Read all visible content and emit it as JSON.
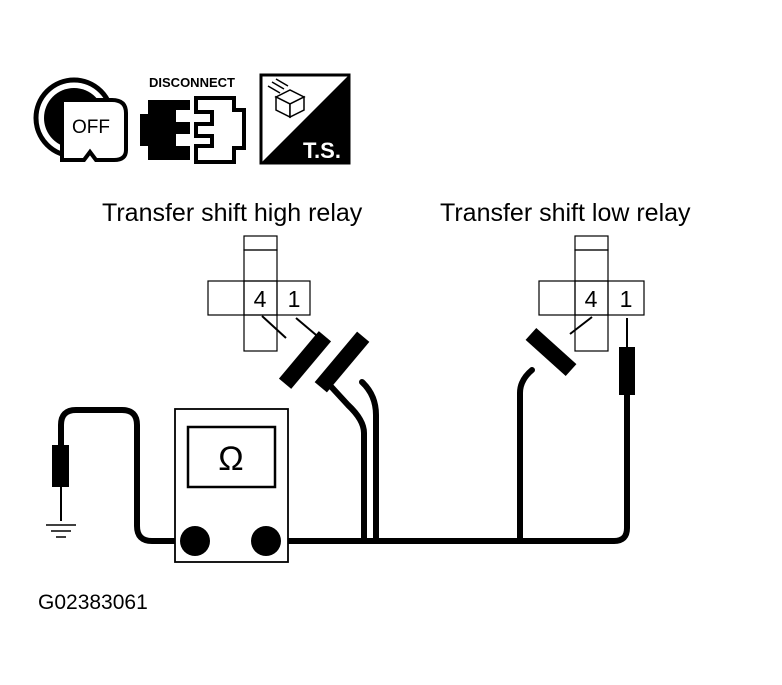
{
  "icons": {
    "ignition_text": "OFF",
    "disconnect_text": "DISCONNECT",
    "ts_text": "T.S."
  },
  "relays": {
    "high": {
      "label": "Transfer shift high relay",
      "pin_left": "4",
      "pin_right": "1"
    },
    "low": {
      "label": "Transfer shift low relay",
      "pin_left": "4",
      "pin_right": "1"
    }
  },
  "meter": {
    "symbol": "Ω"
  },
  "figure_code": "G02383061"
}
